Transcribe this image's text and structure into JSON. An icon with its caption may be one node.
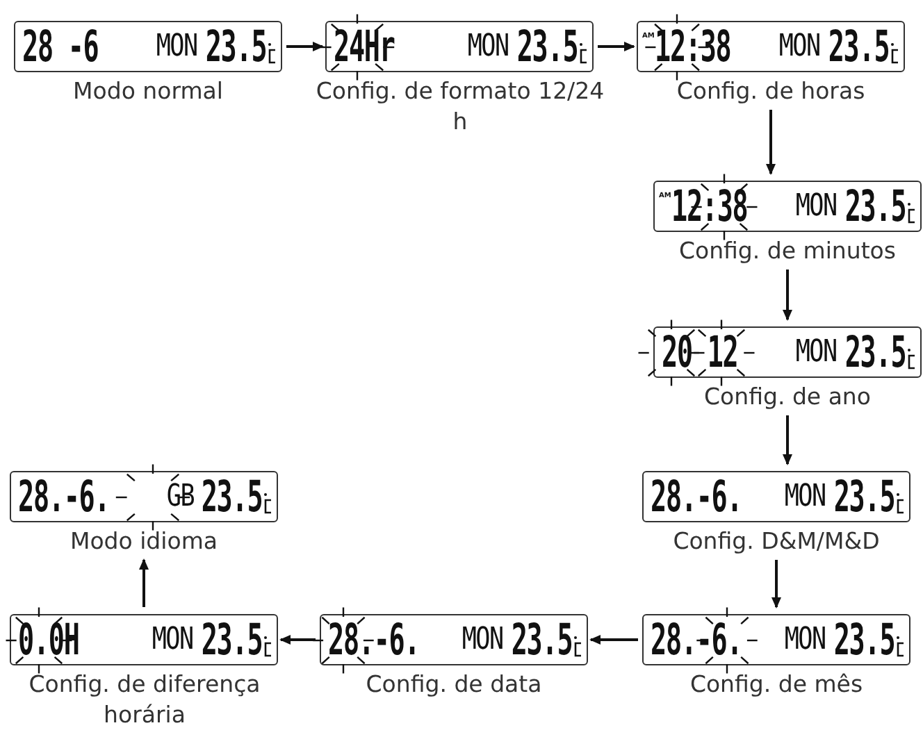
{
  "diagram": {
    "nodes": [
      {
        "text": [
          "28 -6",
          "MON",
          "23.5"
        ],
        "beside": [
          "Modo normal"
        ]
      },
      {
        "text": [
          "24Hr",
          "MON",
          "23.5"
        ],
        "beside": [
          "Config. de formato 12/24 h"
        ]
      },
      {
        "text": [
          "AM",
          "12:38",
          "MON",
          "23.5"
        ],
        "beside": [
          "Config. de horas"
        ]
      },
      {
        "text": [
          "AM",
          "12:38",
          "MON",
          "23.5"
        ],
        "beside": [
          "Config. de minutos"
        ]
      },
      {
        "text": [
          "20 12",
          "MON",
          "23.5"
        ],
        "beside": [
          "Config. de ano"
        ]
      },
      {
        "text": [
          "28.-6.",
          "MON",
          "23.5"
        ],
        "beside": [
          "Config. D&M/M&D"
        ]
      },
      {
        "text": [
          "28.-6.",
          "MON",
          "23.5"
        ],
        "beside": [
          "Config. de mês"
        ]
      },
      {
        "text": [
          "28.-6.",
          "MON",
          "23.5"
        ],
        "beside": [
          "Config. de data"
        ]
      },
      {
        "text": [
          "0.0H",
          "MON",
          "23.5"
        ],
        "beside": [
          "Config. de diferença horária"
        ]
      },
      {
        "text": [
          "28.-6.",
          "GB",
          "23.5"
        ],
        "beside": [
          "Modo idioma"
        ]
      }
    ],
    "edges": [
      {
        "from": 0,
        "to": 1,
        "arrow": "to"
      },
      {
        "from": 1,
        "to": 2,
        "arrow": "to"
      },
      {
        "from": 2,
        "to": 3,
        "arrow": "to"
      },
      {
        "from": 3,
        "to": 4,
        "arrow": "to"
      },
      {
        "from": 4,
        "to": 5,
        "arrow": "to"
      },
      {
        "from": 5,
        "to": 6,
        "arrow": "to"
      },
      {
        "from": 6,
        "to": 7,
        "arrow": "to"
      },
      {
        "from": 7,
        "to": 8,
        "arrow": "to"
      },
      {
        "from": 8,
        "to": 9,
        "arrow": "to"
      }
    ]
  }
}
